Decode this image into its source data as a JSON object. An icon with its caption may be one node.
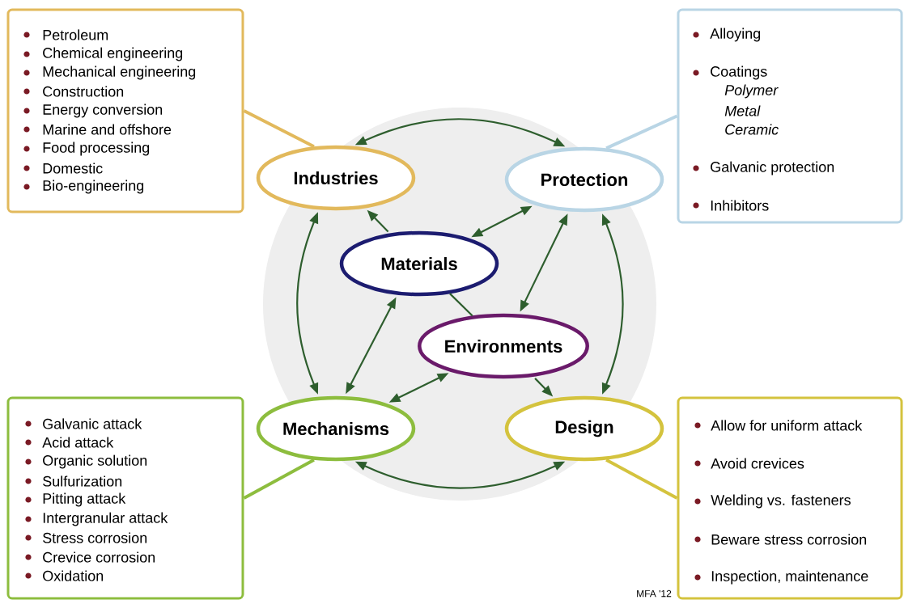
{
  "diagram": {
    "nodes": [
      {
        "text": [
          "Petroleum",
          "Chemical engineering",
          "Mechanical engineering",
          "Construction",
          "Energy conversion",
          "Marine and offshore",
          "Food processing",
          "Domestic",
          "Bio-engineering"
        ]
      },
      {
        "text": [
          "Alloying",
          "Coatings",
          "Polymer",
          "Metal",
          "Ceramic",
          "Galvanic protection",
          "Inhibitors"
        ]
      },
      {
        "text": [
          "Industries"
        ]
      },
      {
        "text": [
          "Protection"
        ]
      },
      {
        "text": [
          "Materials"
        ]
      },
      {
        "text": [
          "Environments"
        ]
      },
      {
        "text": [
          "Mechanisms"
        ]
      },
      {
        "text": [
          "Design"
        ]
      },
      {
        "text": [
          "Galvanic attack",
          "Acid attack",
          "Organic solution",
          "Sulfurization",
          "Pitting attack",
          "Intergranular attack",
          "Stress corrosion",
          "Crevice corrosion",
          "Oxidation"
        ]
      },
      {
        "text": [
          "Allow for uniform attack",
          "Avoid crevices",
          "Welding vs. fasteners",
          "Beware stress corrosion",
          "Inspection, maintenance"
        ]
      }
    ],
    "edges": [
      {
        "from": 0,
        "to": 2,
        "arrow": "none",
        "style": "thick",
        "color": "#e2b95c"
      },
      {
        "from": 1,
        "to": 3,
        "arrow": "none",
        "style": "thick",
        "color": "#b9d5e5"
      },
      {
        "from": 6,
        "to": 8,
        "arrow": "none",
        "style": "thick",
        "color": "#8dbd3e"
      },
      {
        "from": 7,
        "to": 9,
        "arrow": "none",
        "style": "thick",
        "color": "#d4c33e"
      },
      {
        "from": 2,
        "to": 3,
        "arrow": "both"
      },
      {
        "from": 2,
        "to": 6,
        "arrow": "both"
      },
      {
        "from": 3,
        "to": 7,
        "arrow": "both"
      },
      {
        "from": 6,
        "to": 7,
        "arrow": "both"
      },
      {
        "from": 4,
        "to": 2,
        "arrow": "to"
      },
      {
        "from": 4,
        "to": 3,
        "arrow": "both"
      },
      {
        "from": 4,
        "to": 5,
        "arrow": "none"
      },
      {
        "from": 5,
        "to": 3,
        "arrow": "both"
      },
      {
        "from": 5,
        "to": 7,
        "arrow": "to"
      },
      {
        "from": 6,
        "to": 5,
        "arrow": "both"
      },
      {
        "from": 6,
        "to": 4,
        "arrow": "both"
      }
    ],
    "labels": [
      "MFA '12"
    ]
  }
}
